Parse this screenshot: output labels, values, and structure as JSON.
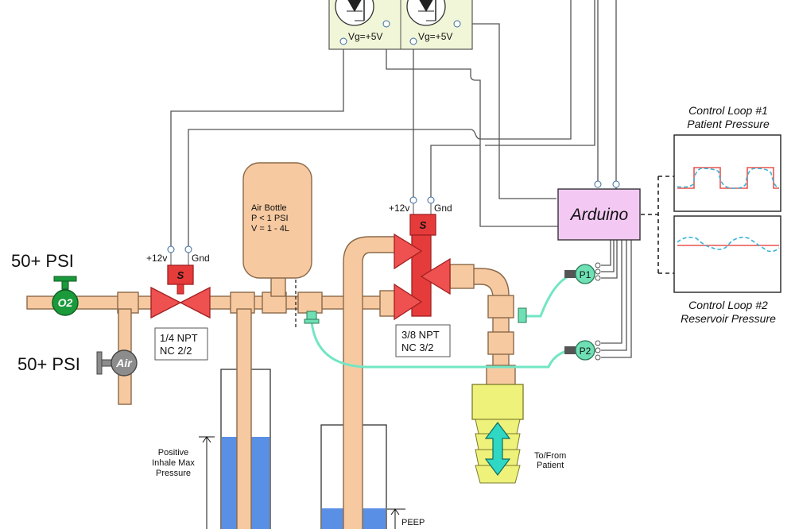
{
  "colors": {
    "pipe": "#f7c9a0",
    "pipe_stroke": "#8a6a4a",
    "o2_gauge": "#1a9a3a",
    "air_gauge": "#8c8c8c",
    "valve": "#ef5050",
    "valve_stroke": "#a02020",
    "solenoid": "#e63b3b",
    "arduino_box": "#f3c9f3",
    "mosfet_box": "#f2f6d8",
    "sensor": "#6fe0b4",
    "sensor_line": "#72e6c4",
    "water": "#5a8fe6",
    "mask": "#eef27a",
    "arrow": "#2fd8c4",
    "setpoint_line": "#e9544e",
    "measured_line": "#3cb3d8"
  },
  "sources": {
    "o2_pressure": "50+ PSI",
    "o2_label": "O2",
    "air_pressure": "50+ PSI",
    "air_label": "Air"
  },
  "mosfets": [
    {
      "gate_label": "Vg=+5V"
    },
    {
      "gate_label": "Vg=+5V"
    }
  ],
  "valve1": {
    "v_label": "+12v",
    "gnd_label": "Gnd",
    "solenoid_label": "S",
    "spec_line1": "1/4 NPT",
    "spec_line2": "NC 2/2"
  },
  "valve2": {
    "v_label": "+12v",
    "gnd_label": "Gnd",
    "solenoid_label": "S",
    "spec_line1": "3/8 NPT",
    "spec_line2": "NC 3/2"
  },
  "air_bottle": {
    "line1": "Air Bottle",
    "line2": "P < 1 PSI",
    "line3": "V = 1 - 4L"
  },
  "arduino": {
    "label": "Arduino"
  },
  "sensors": [
    {
      "label": "P1"
    },
    {
      "label": "P2"
    }
  ],
  "control_loop_1": {
    "title_line1": "Control Loop #1",
    "title_line2": "Patient Pressure"
  },
  "control_loop_2": {
    "title_line1": "Control Loop #2",
    "title_line2": "Reservoir Pressure"
  },
  "patient_label_line1": "To/From",
  "patient_label_line2": "Patient",
  "inhale_label_line1": "Positive",
  "inhale_label_line2": "Inhale Max",
  "inhale_label_line3": "Pressure",
  "peep_label": "PEEP"
}
